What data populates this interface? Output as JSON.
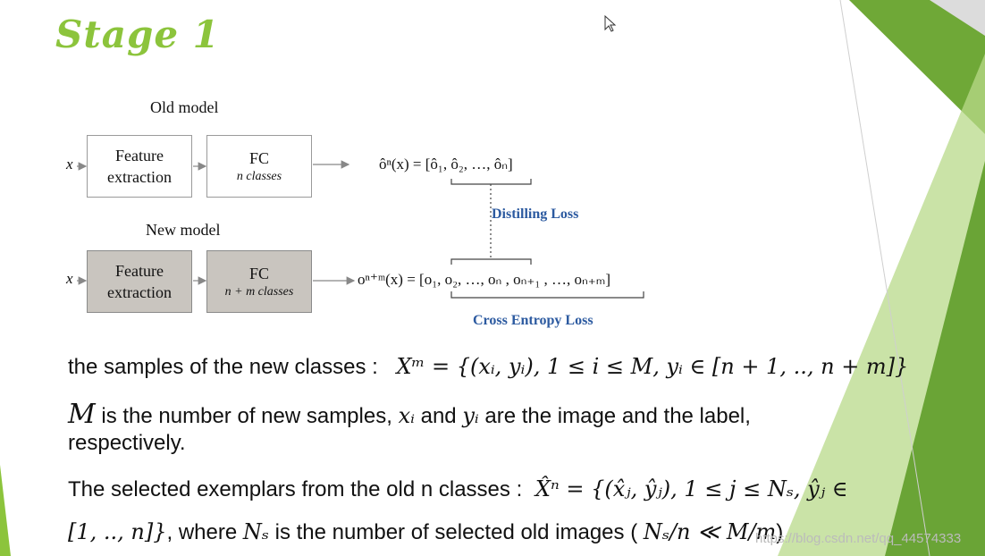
{
  "slide": {
    "title": "Stage 1",
    "watermark": "https://blog.csdn.net/qq_44574333"
  },
  "diagram": {
    "old_model_label": "Old model",
    "new_model_label": "New model",
    "input_old": "x",
    "input_new": "x",
    "old_feature_line1": "Feature",
    "old_feature_line2": "extraction",
    "old_fc_title": "FC",
    "old_fc_sub": "n classes",
    "new_feature_line1": "Feature",
    "new_feature_line2": "extraction",
    "new_fc_title": "FC",
    "new_fc_sub": "n + m classes",
    "old_output": "ôⁿ(x) = [ô₁, ô₂, …, ôₙ]",
    "new_output": "oⁿ⁺ᵐ(x) = [o₁, o₂, …, oₙ , oₙ₊₁ , …, oₙ₊ₘ]",
    "distilling_loss": "Distilling Loss",
    "cross_entropy_loss": "Cross Entropy Loss"
  },
  "text": {
    "line1_text": "the samples of the new classes :",
    "line1_math": "Xᵐ = {(xᵢ, yᵢ), 1 ≤ i ≤ M, yᵢ ∈ [n + 1, .., n + m]}",
    "line2_m": "M",
    "line2_a": "is the number of new samples,",
    "line2_xi": "xᵢ",
    "line2_and": "and",
    "line2_yi": "yᵢ",
    "line2_b": "are the image and the label,",
    "line3": "respectively.",
    "line4_text": "The selected exemplars from the old n classes :",
    "line4_math": "X̂ⁿ = {(x̂ⱼ, ŷⱼ), 1 ≤ j ≤ Nₛ, ŷⱼ ∈",
    "line5_math1": "[1, .., n]}",
    "line5_a": ", where",
    "line5_ns": "Nₛ",
    "line5_b": "is the number of selected old images (",
    "line5_math2": "Nₛ/n ≪ M/m",
    "line5_c": ")"
  },
  "colors": {
    "title": "#8cc43c",
    "loss_label": "#2c5aa0",
    "new_box": "#c9c5bf",
    "green_dark": "#5f9c2a",
    "green_light": "#a6cf63"
  }
}
